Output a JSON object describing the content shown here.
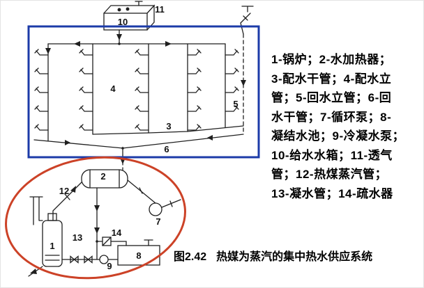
{
  "colors": {
    "outline_blue": "#1c3ba8",
    "highlight_red": "#cc4227",
    "line": "#1f1f1f"
  },
  "legend": {
    "lines": [
      "1-锅炉；2-水加热器；",
      "3-配水干管；4-配水立",
      "管；5-回水立管；6-回",
      "水干管；7-循环泵；8-",
      "凝结水池；9-冷凝水泵；",
      "10-给水水箱；11-透气",
      "管；12-热煤蒸汽管；",
      "13-凝水管；14-疏水器"
    ]
  },
  "caption": {
    "label": "图2.42",
    "title": "热媒为蒸汽的集中热水供应系统"
  },
  "diagram": {
    "labels": {
      "boiler": "1",
      "water_heater": "2",
      "distribution_main": "3",
      "distribution_riser": "4",
      "return_riser": "5",
      "return_main": "6",
      "circulation_pump": "7",
      "condensate_pool": "8",
      "condensate_pump": "9",
      "feed_water_tank": "10",
      "vent_pipe": "11",
      "steam_pipe": "12",
      "condensate_pipe": "13",
      "steam_trap": "14"
    }
  }
}
